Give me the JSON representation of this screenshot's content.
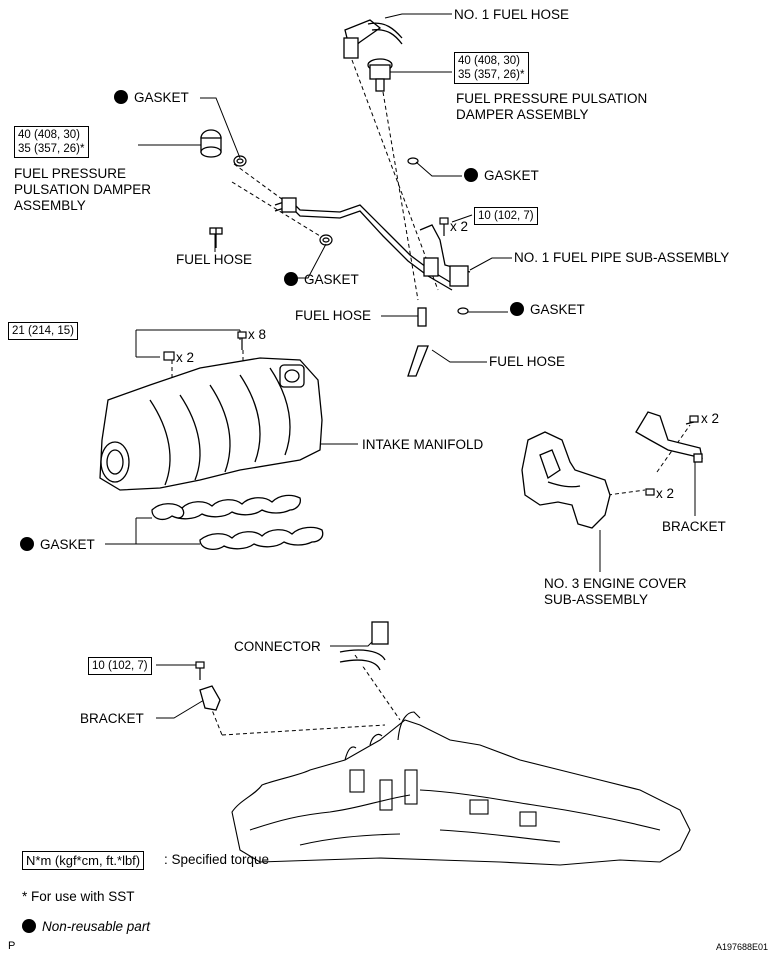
{
  "labels": {
    "no1_fuel_hose": "NO. 1 FUEL HOSE",
    "damper_top": "FUEL PRESSURE PULSATION\nDAMPER ASSEMBLY",
    "damper_left": "FUEL PRESSURE\nPULSATION DAMPER\nASSEMBLY",
    "gasket": "GASKET",
    "fuel_hose": "FUEL HOSE",
    "no1_fuel_pipe": "NO. 1 FUEL PIPE SUB-ASSEMBLY",
    "intake_manifold": "INTAKE MANIFOLD",
    "bracket": "BRACKET",
    "engine_cover": "NO. 3 ENGINE COVER\nSUB-ASSEMBLY",
    "connector": "CONNECTOR"
  },
  "torques": {
    "damper_top": [
      "40 (408, 30)",
      "35 (357, 26)*"
    ],
    "damper_left": [
      "40 (408, 30)",
      "35 (357, 26)*"
    ],
    "pipe_bolt": "10 (102, 7)",
    "manifold_bolt": "21 (214, 15)",
    "bracket_bolt": "10 (102, 7)"
  },
  "quantities": {
    "x2": "x 2",
    "x8": "x 8"
  },
  "legend": {
    "torque_box": "N*m (kgf*cm, ft.*lbf)",
    "torque_desc": ": Specified torque",
    "sst_note": "* For use with SST",
    "non_reusable": "Non-reusable part"
  },
  "corner": {
    "left": "P",
    "right": "A197688E01"
  }
}
